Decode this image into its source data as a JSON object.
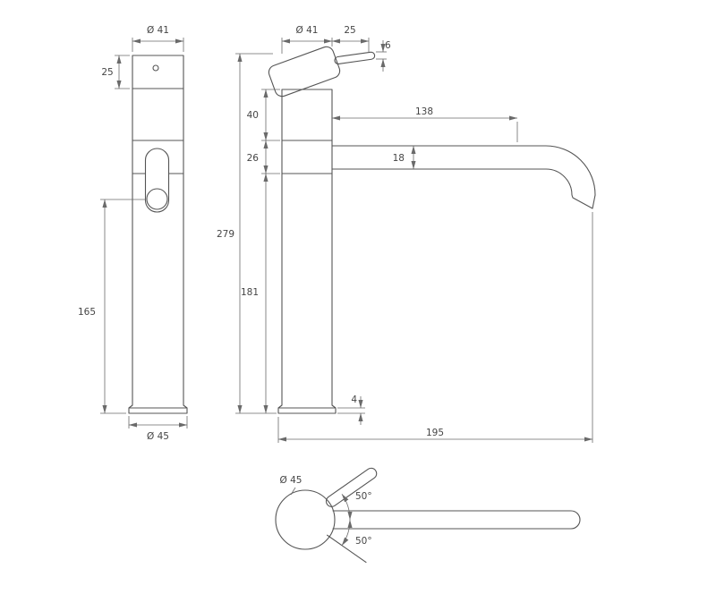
{
  "page": {
    "background": "#ffffff",
    "line_color": "#555555",
    "text_color": "#454545"
  },
  "front_view": {
    "dia_top": "Ø 41",
    "cap_height": "25",
    "outlet_height": "165",
    "dia_base": "Ø 45"
  },
  "side_view": {
    "dia_top": "Ø 41",
    "handle_length": "25",
    "rod_dia": "6",
    "section_upper": "40",
    "section_mid": "26",
    "total_height": "279",
    "section_lower": "181",
    "spout_reach": "138",
    "spout_dia": "18",
    "base_height": "4",
    "total_reach": "195"
  },
  "plan_view": {
    "dia_base": "Ø 45",
    "swing_up": "50°",
    "swing_down": "50°"
  }
}
